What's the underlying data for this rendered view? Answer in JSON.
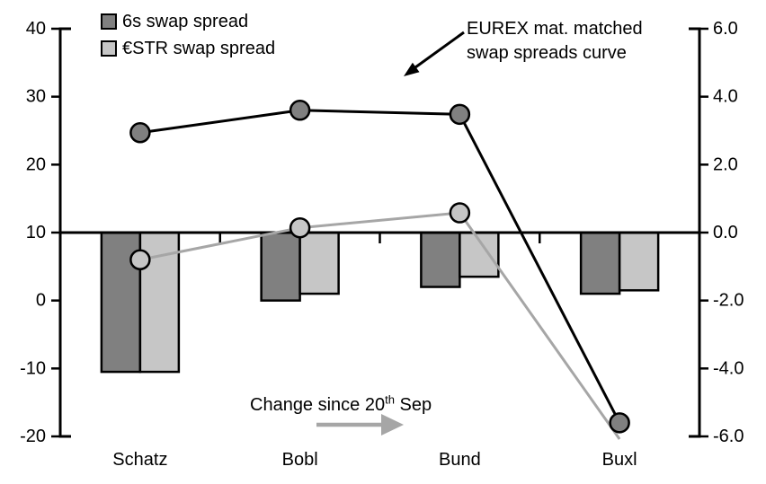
{
  "chart_data": {
    "type": "combo-bar-line",
    "categories": [
      "Schatz",
      "Bobl",
      "Bund",
      "Buxl"
    ],
    "left_axis": {
      "ticks": [
        "40",
        "30",
        "20",
        "10",
        "0",
        "-10",
        "-20"
      ],
      "min": -20,
      "max": 40
    },
    "right_axis": {
      "ticks": [
        "6.0",
        "4.0",
        "2.0",
        "0.0",
        "-2.0",
        "-4.0",
        "-6.0"
      ],
      "min": -6.0,
      "max": 6.0
    },
    "bar_baseline_left_value": 10,
    "bar_series": [
      {
        "name": "6s swap spread",
        "axis": "right",
        "fill": "#808080",
        "values": [
          -4.1,
          -2.0,
          -1.6,
          -1.8
        ]
      },
      {
        "name": "€STR swap spread",
        "axis": "right",
        "fill": "#c6c6c6",
        "values": [
          -4.1,
          -1.8,
          -1.3,
          -1.7
        ]
      }
    ],
    "line_series": [
      {
        "name": "6s swap spread",
        "axis": "left",
        "stroke": "#000000",
        "marker_fill": "#808080",
        "values": [
          24.7,
          28.0,
          27.4,
          -18.0
        ],
        "markers": [
          true,
          true,
          true,
          true
        ]
      },
      {
        "name": "€STR swap spread",
        "axis": "left",
        "stroke": "#a6a6a6",
        "marker_fill": "#c6c6c6",
        "values": [
          6.0,
          10.7,
          12.9,
          -20.4
        ],
        "markers": [
          true,
          true,
          true,
          false
        ]
      }
    ],
    "legend": [
      {
        "label": "6s swap spread",
        "swatch": "#808080"
      },
      {
        "label": "€STR swap spread",
        "swatch": "#c6c6c6"
      }
    ],
    "annotations": {
      "curve_line1": "EUREX mat. matched",
      "curve_line2": "swap spreads curve",
      "change_prefix": "Change since 20",
      "change_sup": "th",
      "change_suffix": " Sep"
    },
    "colors": {
      "bar_border": "#000000",
      "axis": "#000000",
      "gray_arrow": "#a6a6a6"
    },
    "grid": false,
    "legend_position": "top-left"
  }
}
